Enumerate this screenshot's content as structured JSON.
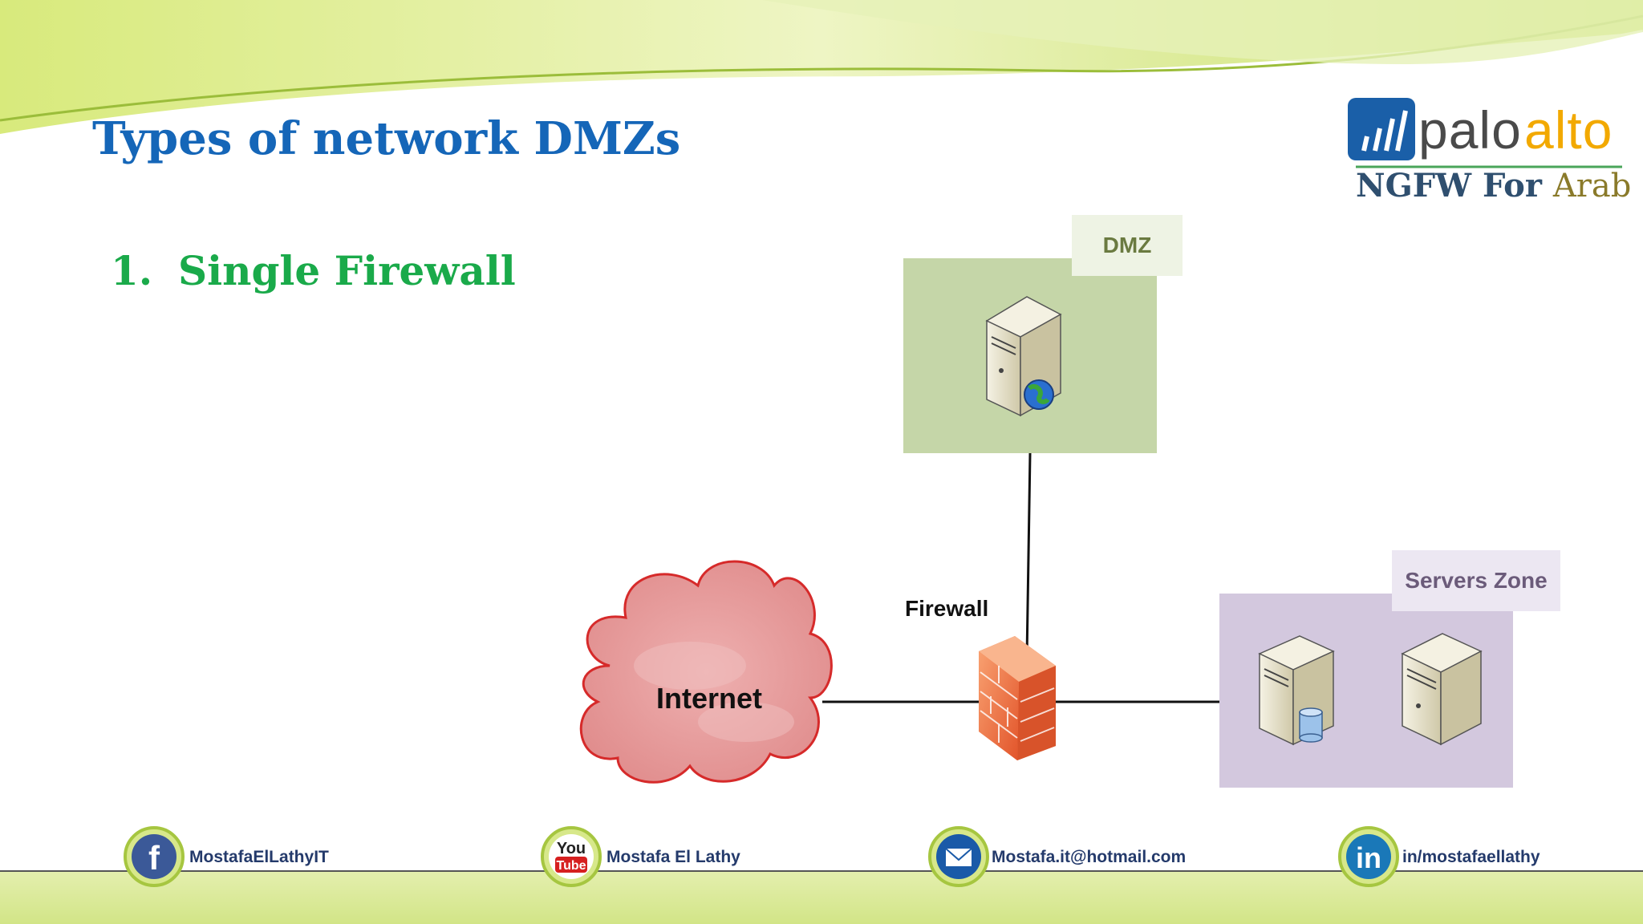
{
  "slide": {
    "title": "Types of network DMZs",
    "list_number": "1.",
    "list_item": "Single Firewall"
  },
  "logo": {
    "word_palo": "palo",
    "word_alto": "alto",
    "tagline_main": "NGFW For",
    "tagline_accent": "Arab"
  },
  "diagram": {
    "dmz_label": "DMZ",
    "servers_zone_label": "Servers Zone",
    "firewall_label": "Firewall",
    "internet_label": "Internet",
    "icons": [
      "web-server-icon",
      "firewall-icon",
      "database-server-icon",
      "server-icon",
      "cloud-icon"
    ]
  },
  "footer": {
    "facebook": "MostafaElLathyIT",
    "youtube": "Mostafa El Lathy",
    "email": "Mostafa.it@hotmail.com",
    "linkedin": "in/mostafaellathy"
  },
  "colors": {
    "title": "#1566b8",
    "list_item": "#1aaa4a",
    "dmz_zone": "#c5d6a8",
    "servers_zone": "#d3c8de",
    "accent_green": "#c8de6a"
  }
}
